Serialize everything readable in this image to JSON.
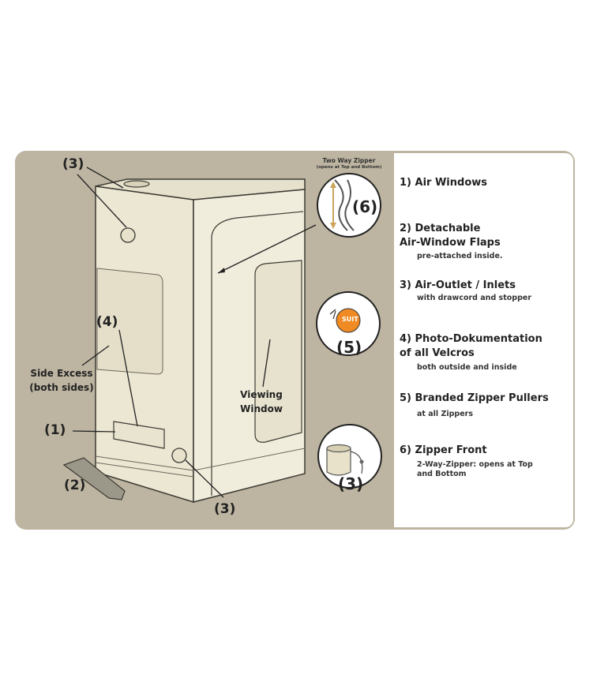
{
  "colors": {
    "panel": "#bdb5a1",
    "tent": "#efebd9",
    "outline": "#3c3a34",
    "orange": "#f08a24"
  },
  "callouts": {
    "c3_top": "(3)",
    "c4": "(4)",
    "side_excess_line1": "Side Excess",
    "side_excess_line2": "(both sides)",
    "c1": "(1)",
    "c2": "(2)",
    "c3_bottom": "(3)",
    "viewing_line1": "Viewing",
    "viewing_line2": "Window"
  },
  "zipper_caption": {
    "line1": "Two Way Zipper",
    "line2": "(opens at Top and Bottom)"
  },
  "circles": {
    "c6": "(6)",
    "c5": "(5)",
    "c3": "(3)",
    "puller_logo": "SUIT"
  },
  "legend": [
    {
      "title": "1) Air Windows",
      "sub": ""
    },
    {
      "title_line1": "2) Detachable",
      "title_line2": "Air-Window Flaps",
      "sub": "pre-attached inside."
    },
    {
      "title": "3) Air-Outlet / Inlets",
      "sub": "with drawcord and stopper"
    },
    {
      "title_line1": "4) Photo-Dokumentation",
      "title_line2": "of all Velcros",
      "sub": "both outside and inside"
    },
    {
      "title": "5) Branded Zipper Pullers",
      "sub": "at all Zippers"
    },
    {
      "title": "6) Zipper Front",
      "sub_line1": "2-Way-Zipper: opens at Top",
      "sub_line2": "and Bottom"
    }
  ]
}
